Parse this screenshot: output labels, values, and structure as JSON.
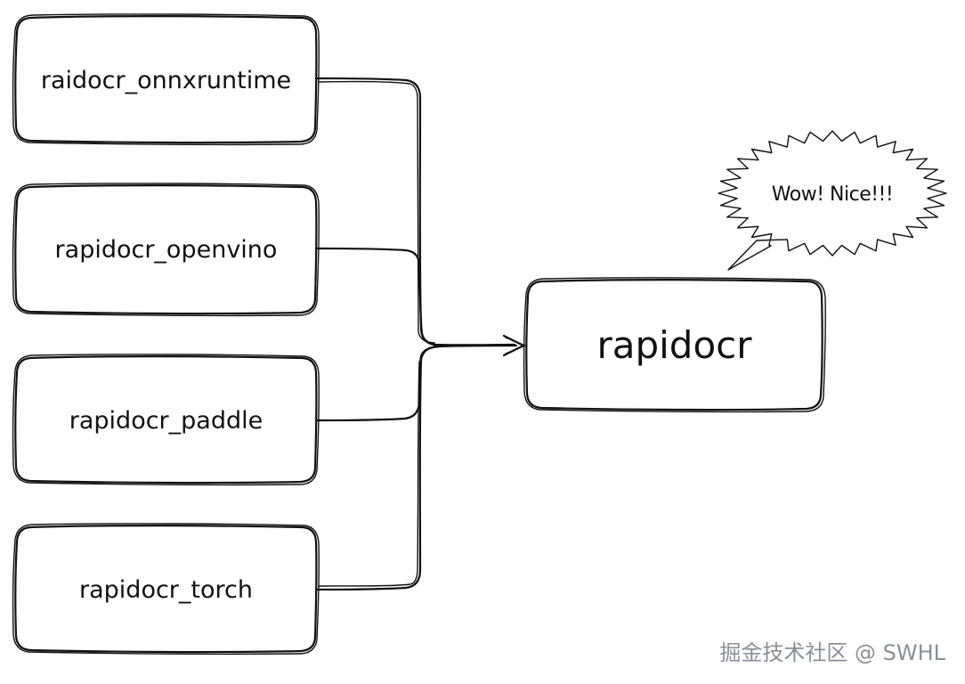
{
  "diagram": {
    "sources": [
      {
        "id": "onnxruntime",
        "label": "raidocr_onnxruntime"
      },
      {
        "id": "openvino",
        "label": "rapidocr_openvino"
      },
      {
        "id": "paddle",
        "label": "rapidocr_paddle"
      },
      {
        "id": "torch",
        "label": "rapidocr_torch"
      }
    ],
    "target": {
      "label": "rapidocr"
    },
    "callout": {
      "text": "Wow! Nice!!!"
    },
    "watermark": "掘金技术社区 @ SWHL"
  }
}
